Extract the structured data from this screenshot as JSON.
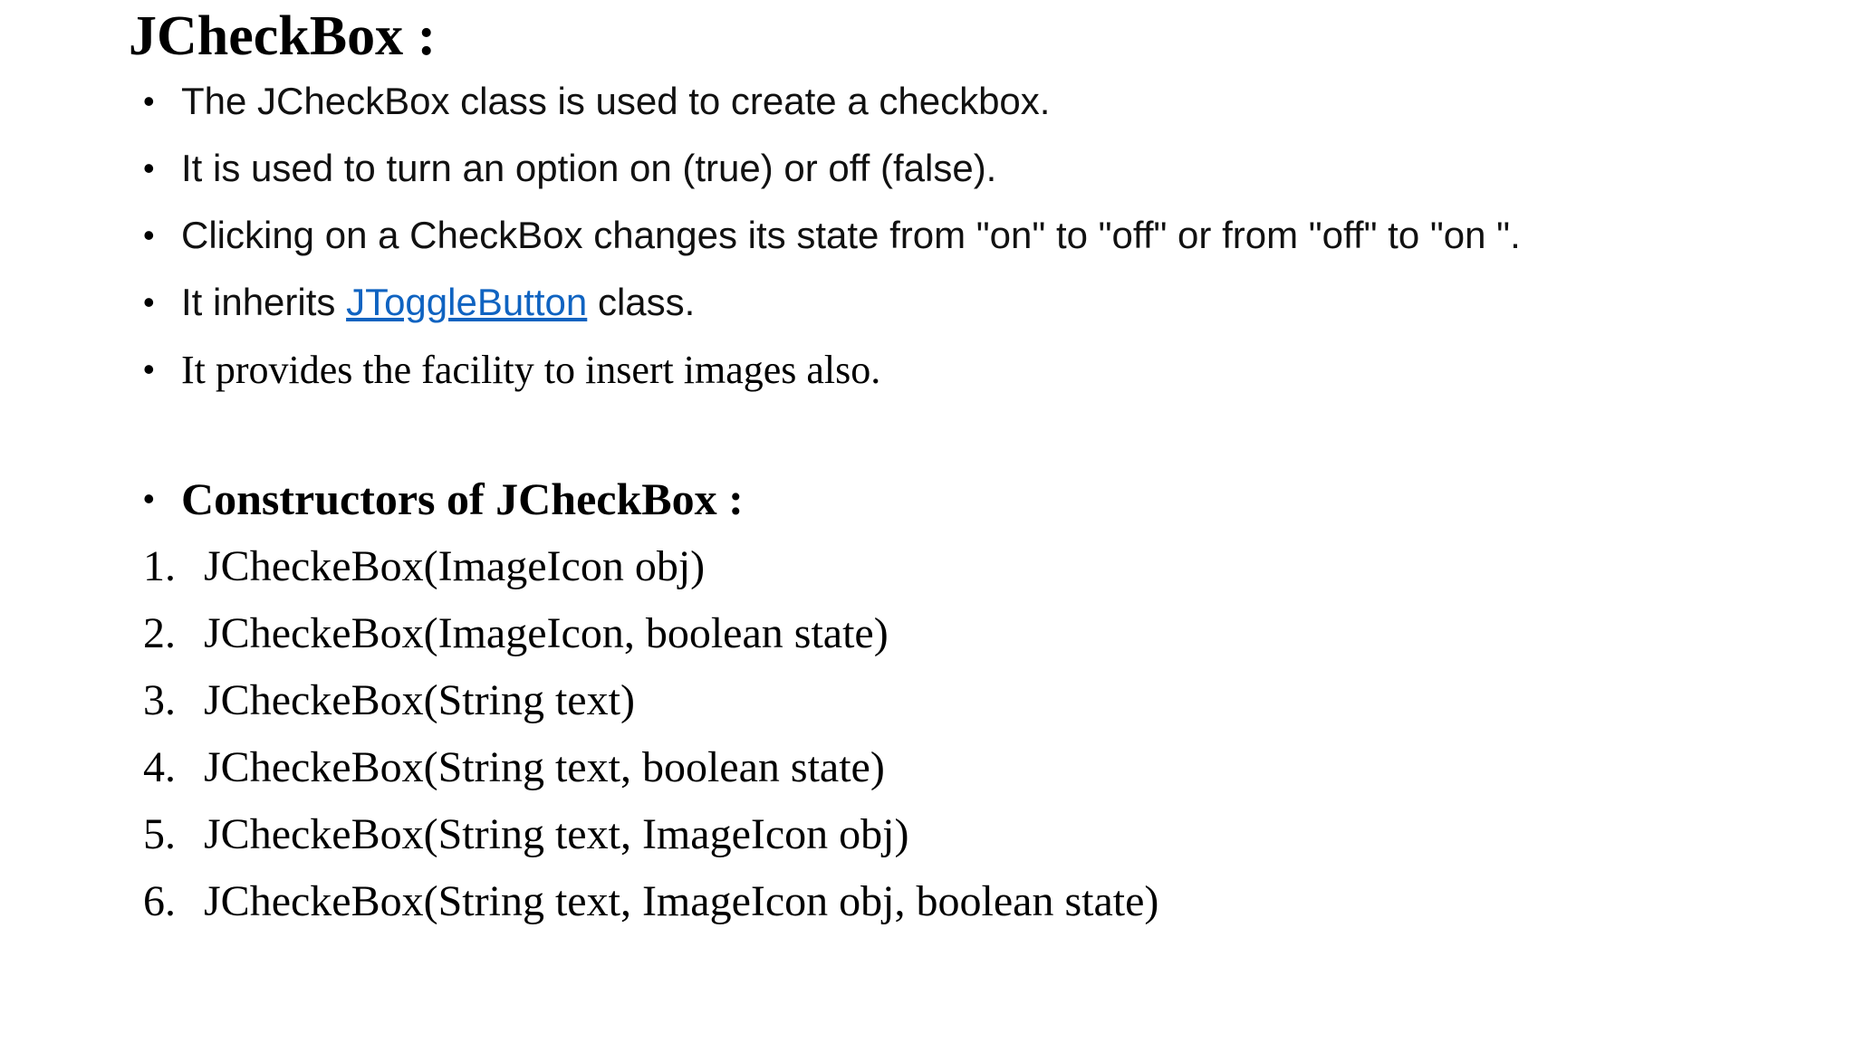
{
  "glyphs": {
    "bullet": "•"
  },
  "colors": {
    "background": "#ffffff",
    "text": "#000000",
    "link": "#0f63c1"
  },
  "title": "JCheckBox :",
  "intro_bullets": {
    "b1": "The JCheckBox class is used to create a checkbox.",
    "b2": "It is used to turn an option on (true) or off (false).",
    "b3": "Clicking on a CheckBox changes its state from \"on\" to \"off\" or from \"off\" to \"on \".",
    "b4_prefix": "It inherits ",
    "b4_link_text": "JToggleButton",
    "b4_suffix": " class.",
    "b5": "It provides the facility to insert images also."
  },
  "constructors": {
    "heading": "Constructors of JCheckBox :",
    "items": [
      {
        "number": "1.",
        "signature": "JCheckeBox(ImageIcon obj)"
      },
      {
        "number": "2.",
        "signature": "JCheckeBox(ImageIcon, boolean state)"
      },
      {
        "number": "3.",
        "signature": "JCheckeBox(String text)"
      },
      {
        "number": "4.",
        "signature": "JCheckeBox(String text, boolean state)"
      },
      {
        "number": "5.",
        "signature": "JCheckeBox(String text, ImageIcon obj)"
      },
      {
        "number": "6.",
        "signature": "JCheckeBox(String text, ImageIcon obj, boolean state)"
      }
    ]
  }
}
